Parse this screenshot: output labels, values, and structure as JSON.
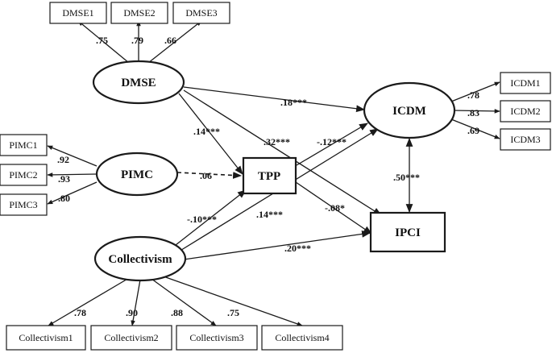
{
  "latents": {
    "dmse": "DMSE",
    "pimc": "PIMC",
    "collectivism": "Collectivism",
    "icdm": "ICDM",
    "tpp": "TPP",
    "ipci": "IPCI"
  },
  "indicators": {
    "dmse": [
      "DMSE1",
      "DMSE2",
      "DMSE3"
    ],
    "pimc": [
      "PIMC1",
      "PIMC2",
      "PIMC3"
    ],
    "icdm": [
      "ICDM1",
      "ICDM2",
      "ICDM3"
    ],
    "collectivism": [
      "Collectivism1",
      "Collectivism2",
      "Collectivism3",
      "Collectivism4"
    ]
  },
  "loadings": {
    "dmse": [
      ".75",
      ".79",
      ".66"
    ],
    "pimc": [
      ".92",
      ".93",
      ".80"
    ],
    "icdm": [
      ".78",
      ".83",
      ".69"
    ],
    "collectivism": [
      ".78",
      ".90",
      ".88",
      ".75"
    ]
  },
  "paths": {
    "dmse_icdm": ".18***",
    "dmse_tpp": ".14***",
    "dmse_ipci": ".32***",
    "pimc_tpp": ".06",
    "tpp_icdm": "-.12***",
    "tpp_ipci": "-.08*",
    "coll_tpp": "-.10***",
    "coll_icdm": ".14***",
    "coll_ipci": ".20***",
    "icdm_ipci": ".50***"
  }
}
